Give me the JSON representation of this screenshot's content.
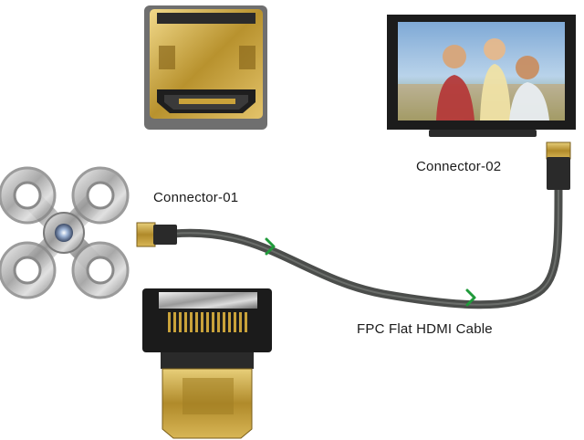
{
  "labels": {
    "connector_01": "Connector-01",
    "connector_02": "Connector-02",
    "cable": "FPC Flat HDMI Cable"
  },
  "colors": {
    "cable": "#4b4d4b",
    "arrow": "#1f9a3a",
    "gold": "#c9a23a",
    "tv_frame": "#1c1c1c",
    "metal": "#b8b8b8"
  },
  "icons": {
    "drone": "quadcopter-drone-icon",
    "hdmi_female": "hdmi-female-connector-icon",
    "mini_hdmi": "mini-hdmi-connector-icon",
    "tv": "television-icon"
  }
}
